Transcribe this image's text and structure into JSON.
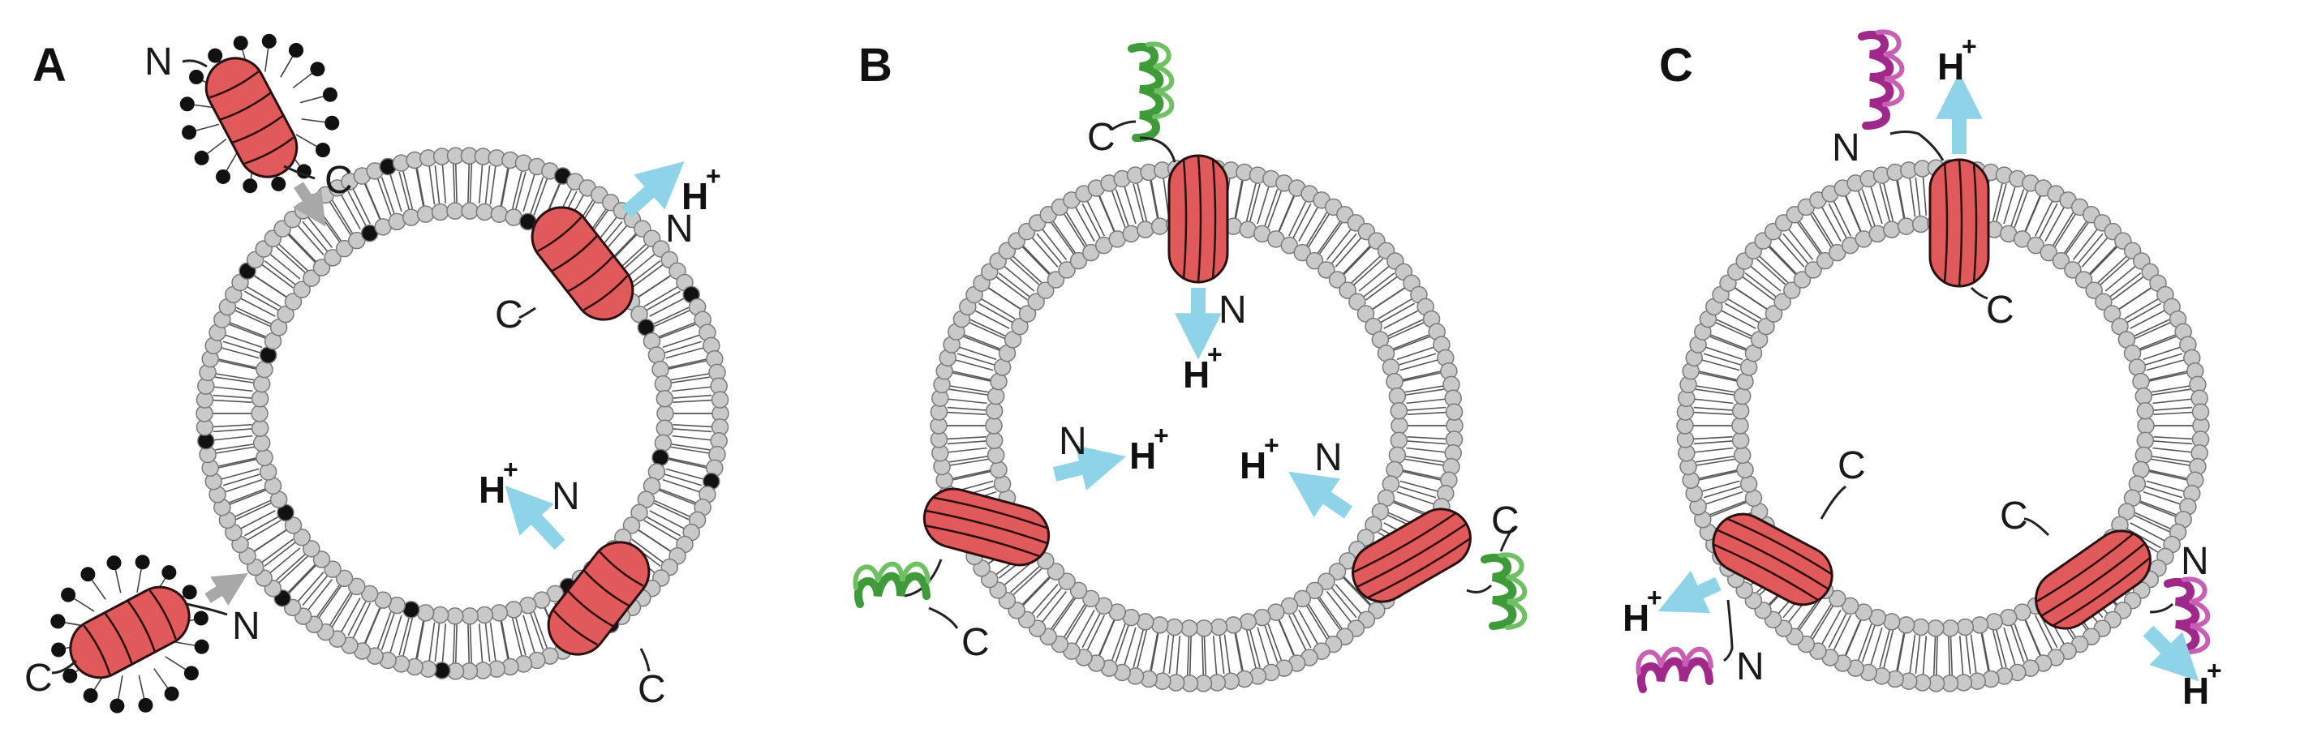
{
  "panels": [
    {
      "label": "A",
      "terminal_n": "N",
      "terminal_c": "C",
      "proton": "H",
      "proton_charge": "+"
    },
    {
      "label": "B",
      "terminal_n": "N",
      "terminal_c": "C",
      "proton": "H",
      "proton_charge": "+"
    },
    {
      "label": "C",
      "terminal_n": "N",
      "terminal_c": "C",
      "proton": "H",
      "proton_charge": "+"
    }
  ],
  "colors": {
    "protein": "#e05a5c",
    "protein_outline": "#2a1010",
    "lipid_head": "#c9c9c9",
    "lipid_outline": "#7a7a7a",
    "detergent_head": "#111111",
    "proton_arrow": "#8fd3e8",
    "insertion_arrow": "#a8a8a8",
    "domain_green": "#3f9a3a",
    "domain_magenta": "#a0288a"
  },
  "icons": [
    "protein-cylinder-icon",
    "proton-arrow-icon",
    "soluble-domain-icon",
    "detergent-micelle-icon"
  ]
}
